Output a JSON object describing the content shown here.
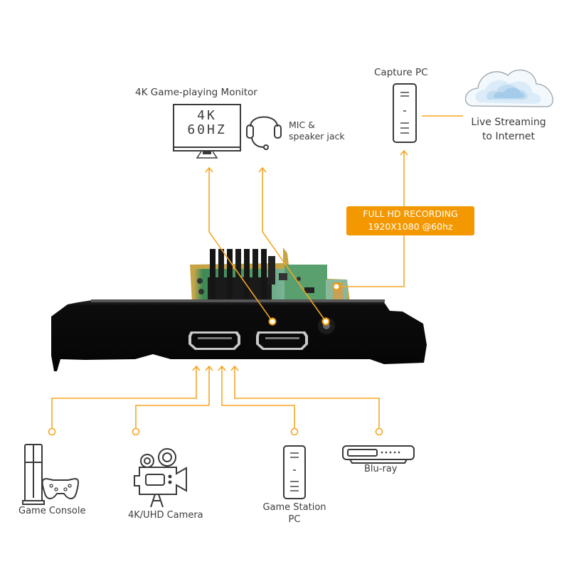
{
  "diagram": {
    "accent_color": "#f39800",
    "outputs": {
      "monitor": {
        "title": "4K Game-playing Monitor",
        "screen_line1": "4K",
        "screen_line2": "60HZ",
        "icon": "monitor-icon"
      },
      "mic": {
        "label_line1": "MIC &",
        "label_line2": "speaker jack",
        "icon": "headset-icon"
      },
      "capture_pc": {
        "title": "Capture PC",
        "icon": "pc-tower-icon"
      },
      "streaming": {
        "label_line1": "Live Streaming",
        "label_line2": "to Internet",
        "icon": "cloud-icon"
      }
    },
    "recording_badge": {
      "line1": "FULL HD RECORDING",
      "line2": "1920X1080 @60hz"
    },
    "device": {
      "name": "capture-card",
      "ports": [
        "hdmi-in",
        "hdmi-out",
        "audio-jack",
        "pcie-edge"
      ]
    },
    "inputs": [
      {
        "label": "Game Console",
        "icon": "game-console-icon"
      },
      {
        "label": "4K/UHD Camera",
        "icon": "video-camera-icon"
      },
      {
        "label_line1": "Game Station",
        "label_line2": "PC",
        "icon": "pc-tower-icon"
      },
      {
        "label": "Blu-ray",
        "icon": "bluray-player-icon"
      }
    ]
  }
}
